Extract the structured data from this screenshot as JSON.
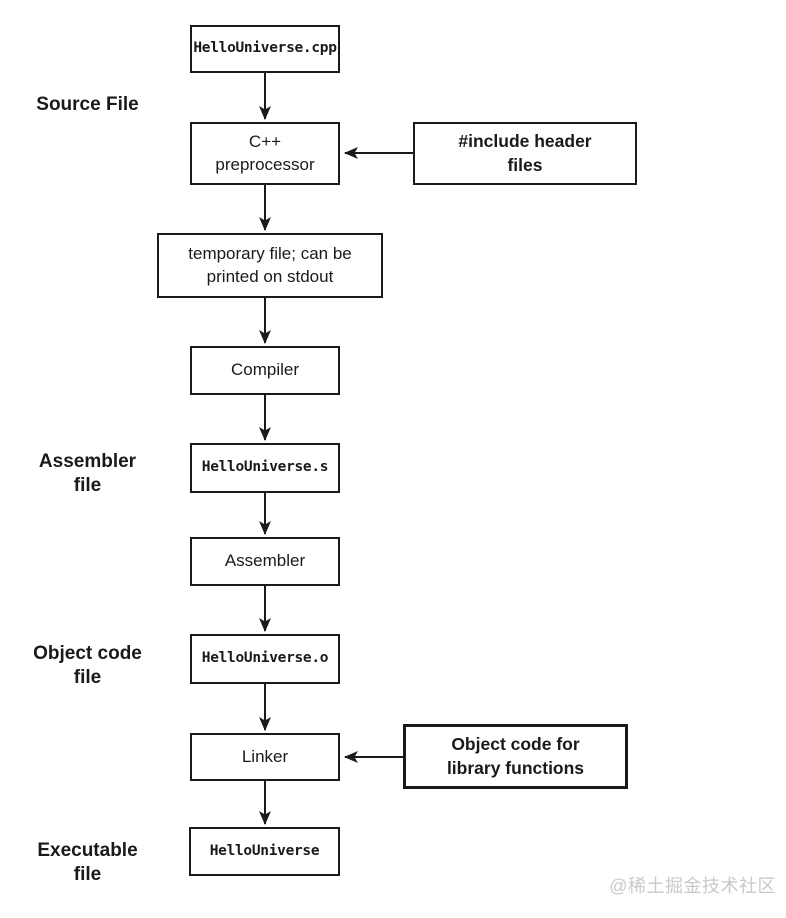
{
  "diagram": {
    "nodes": {
      "source_file_box": "HelloUniverse.cpp",
      "preprocessor": "C++\npreprocessor",
      "temp_file": "temporary file; can be\nprinted on stdout",
      "compiler": "Compiler",
      "assembly_file_box": "HelloUniverse.s",
      "assembler": "Assembler",
      "object_file_box": "HelloUniverse.o",
      "linker": "Linker",
      "executable_box": "HelloUniverse",
      "include_headers": "#include header\nfiles",
      "object_library": "Object code for\nlibrary functions"
    },
    "side_labels": {
      "source_file": "Source File",
      "assembler_file": "Assembler\nfile",
      "object_code_file": "Object code\nfile",
      "executable_file": "Executable\nfile"
    },
    "watermark": "@稀土掘金技术社区",
    "colors": {
      "ink": "#1a1a1a",
      "background": "#ffffff",
      "watermark": "#c9c9c9"
    }
  }
}
